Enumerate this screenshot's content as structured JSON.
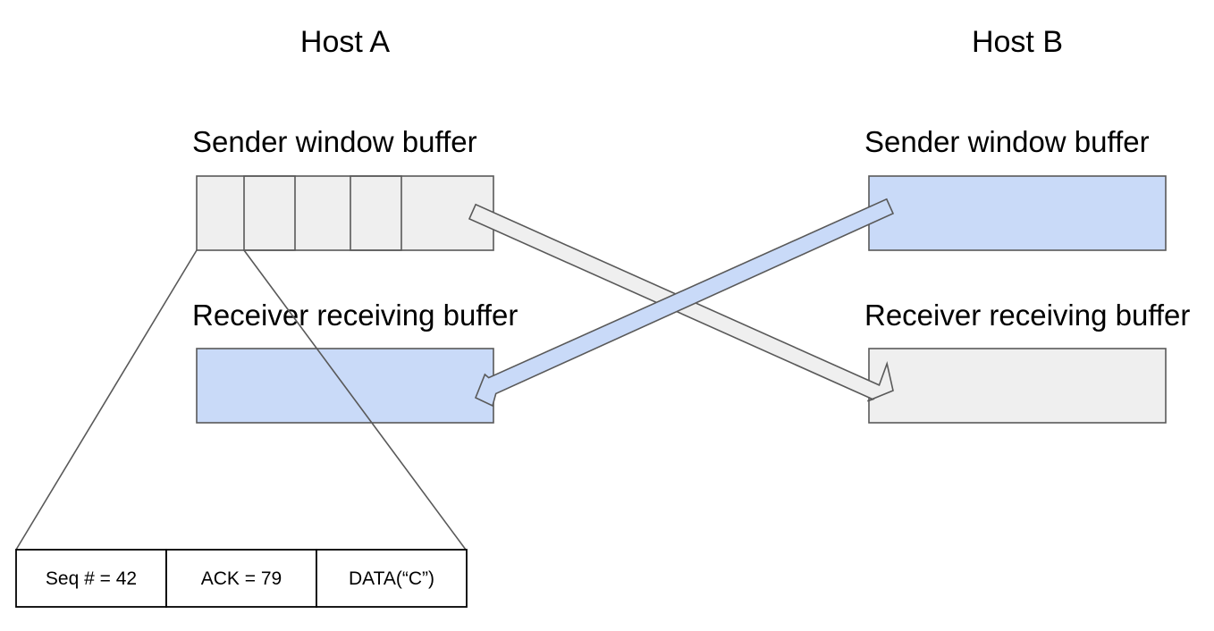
{
  "host_a": {
    "title": "Host A",
    "sender_label": "Sender window buffer",
    "receiver_label": "Receiver receiving buffer"
  },
  "host_b": {
    "title": "Host B",
    "sender_label": "Sender window buffer",
    "receiver_label": "Receiver receiving buffer"
  },
  "segment": {
    "fields": [
      "Seq # = 42",
      "ACK = 79",
      "DATA(“C”)"
    ]
  },
  "colors": {
    "sender_fill_a": "#efefef",
    "receiver_fill_a": "#c9daf8",
    "sender_fill_b": "#c9daf8",
    "receiver_fill_b": "#efefef",
    "outline": "#595959",
    "segment_outline": "#000000"
  }
}
